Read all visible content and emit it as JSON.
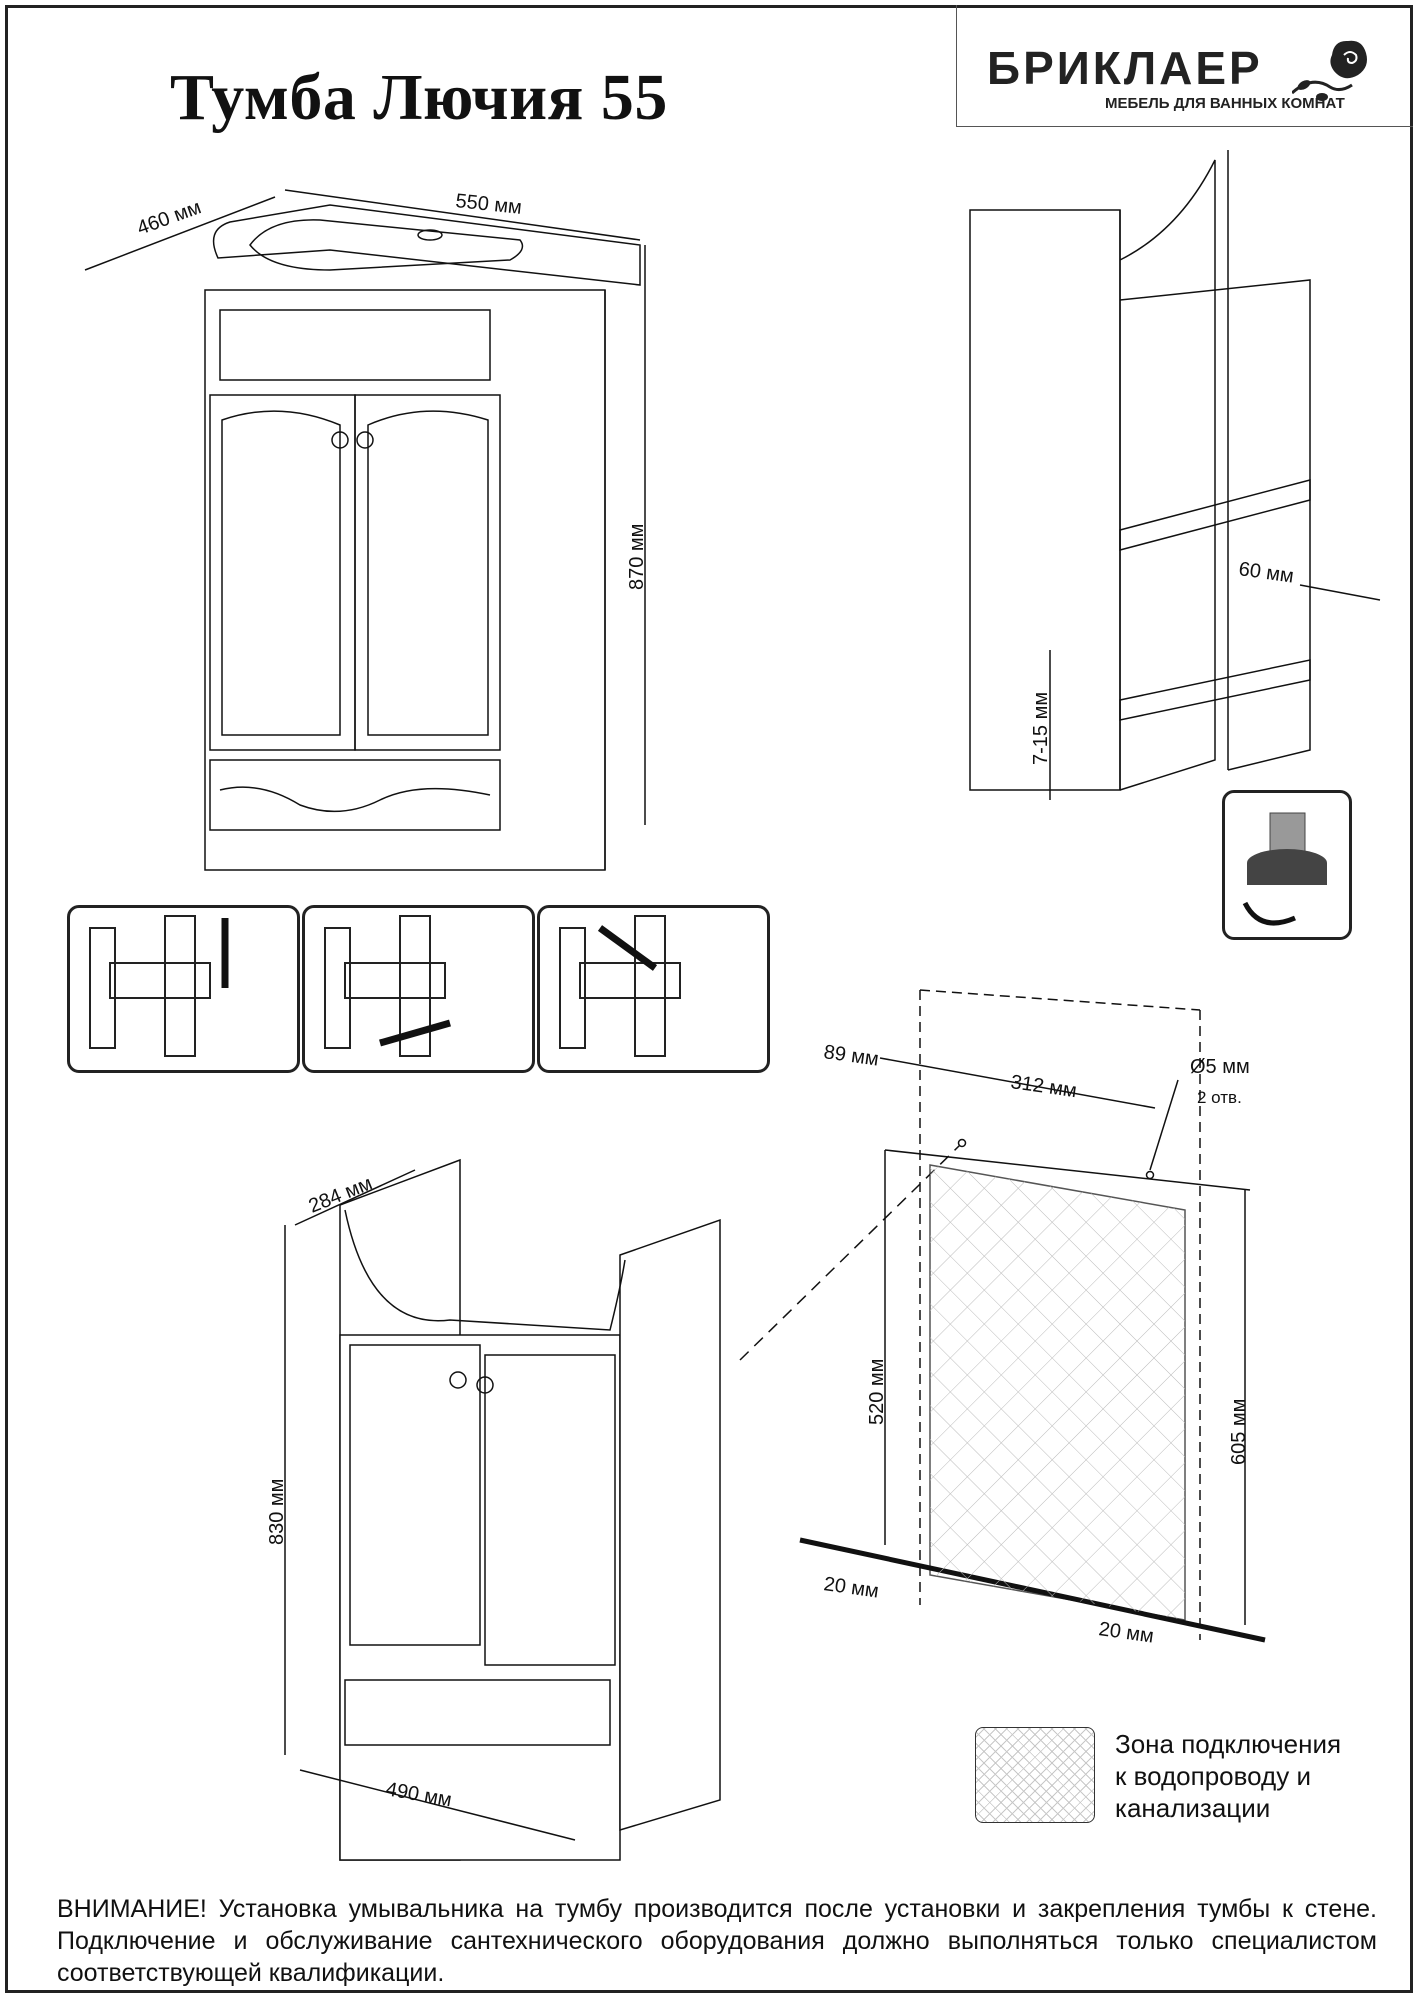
{
  "document": {
    "title": "Тумба Лючия 55",
    "brand": {
      "name": "БРИКЛАЕР",
      "tagline": "МЕБЕЛЬ ДЛЯ ВАННЫХ КОМНАТ",
      "logo_icon": "rose-icon"
    },
    "main_view_dimensions": {
      "depth": "460 мм",
      "width": "550 мм",
      "height": "870 мм"
    },
    "side_view_dimensions": {
      "back_offset": "60 мм",
      "leg_adjust": "7-15 мм"
    },
    "leg_adjuster_icon": "adjustable-foot-icon",
    "hinge_steps": [
      {
        "icon": "hinge-vertical-adjust-icon"
      },
      {
        "icon": "hinge-horizontal-adjust-icon"
      },
      {
        "icon": "hinge-depth-adjust-icon"
      }
    ],
    "assembly_view_dimensions": {
      "side_depth": "284 мм",
      "height": "830 мм",
      "width": "490 мм"
    },
    "wall_mount_dimensions": {
      "left_offset": "89 мм",
      "hole_spacing": "312 мм",
      "hole_spec": "Ø5 мм",
      "hole_count": "2 отв.",
      "hole_height": "520 мм",
      "zone_height": "605 мм",
      "left_margin": "20 мм",
      "right_margin": "20 мм"
    },
    "legend": {
      "line1": "Зона подключения",
      "line2": "к водопроводу и",
      "line3": "канализации"
    },
    "warning": "ВНИМАНИЕ! Установка умывальника на тумбу производится после установки и закрепления тумбы к стене. Подключение и обслуживание сантехнического оборудования должно выполняться только специалистом соответствующей квалификации."
  }
}
